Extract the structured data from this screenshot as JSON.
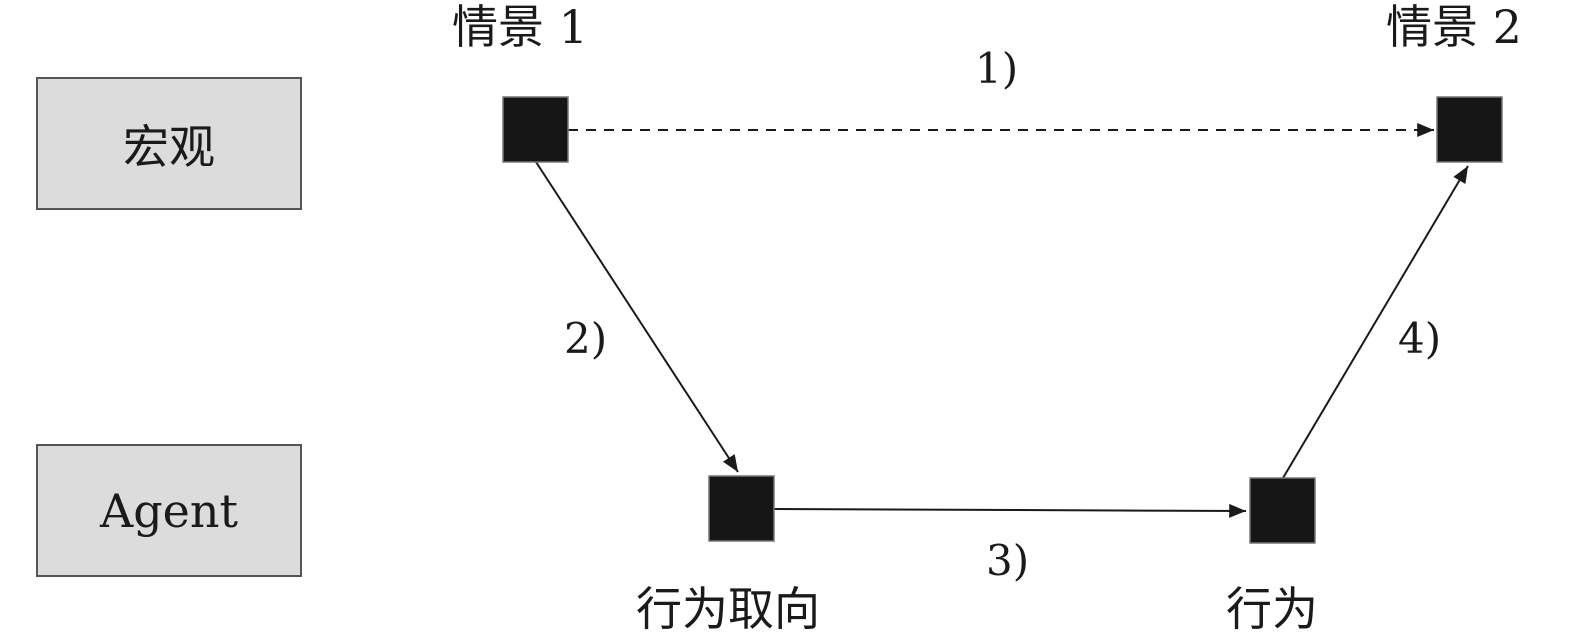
{
  "levels": {
    "macro": "宏观",
    "agent": "Agent"
  },
  "nodes": {
    "situation1": "情景 1",
    "situation2": "情景 2",
    "orientation": "行为取向",
    "action": "行为"
  },
  "steps": {
    "s1": "1)",
    "s2": "2)",
    "s3": "3)",
    "s4": "4)"
  }
}
